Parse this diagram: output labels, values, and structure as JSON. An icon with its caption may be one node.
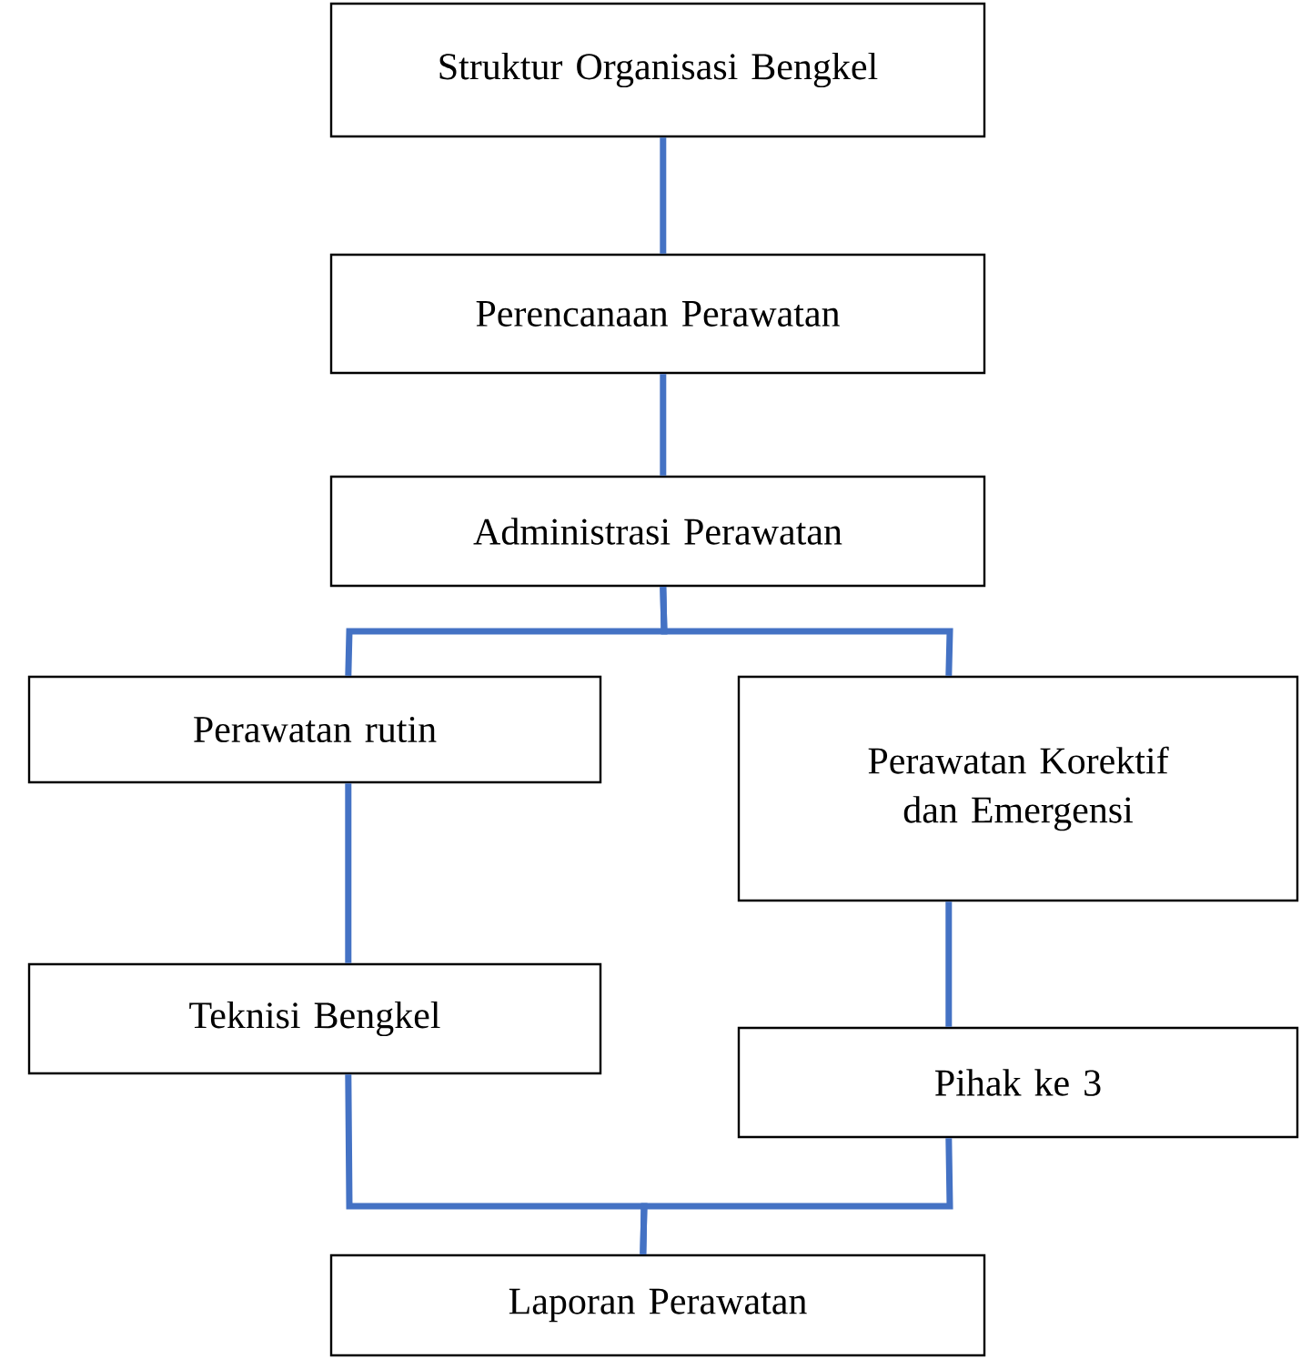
{
  "diagram": {
    "nodes": [
      {
        "text": [
          "Struktur Organisasi Bengkel"
        ]
      },
      {
        "text": [
          "Perencanaan Perawatan"
        ]
      },
      {
        "text": [
          "Administrasi Perawatan"
        ]
      },
      {
        "text": [
          "Perawatan rutin"
        ]
      },
      {
        "text": [
          "Perawatan Korektif dan Emergensi"
        ]
      },
      {
        "text": [
          "Teknisi Bengkel"
        ]
      },
      {
        "text": [
          "Pihak ke 3"
        ]
      },
      {
        "text": [
          "Laporan Perawatan"
        ]
      }
    ],
    "edges": [
      {
        "from": 0,
        "to": 1,
        "arrow": "none"
      },
      {
        "from": 1,
        "to": 2,
        "arrow": "none"
      },
      {
        "from": 2,
        "to": 3,
        "arrow": "none"
      },
      {
        "from": 2,
        "to": 4,
        "arrow": "none"
      },
      {
        "from": 3,
        "to": 5,
        "arrow": "none"
      },
      {
        "from": 4,
        "to": 6,
        "arrow": "none"
      },
      {
        "from": 5,
        "to": 7,
        "arrow": "none"
      },
      {
        "from": 6,
        "to": 7,
        "arrow": "none"
      }
    ]
  }
}
